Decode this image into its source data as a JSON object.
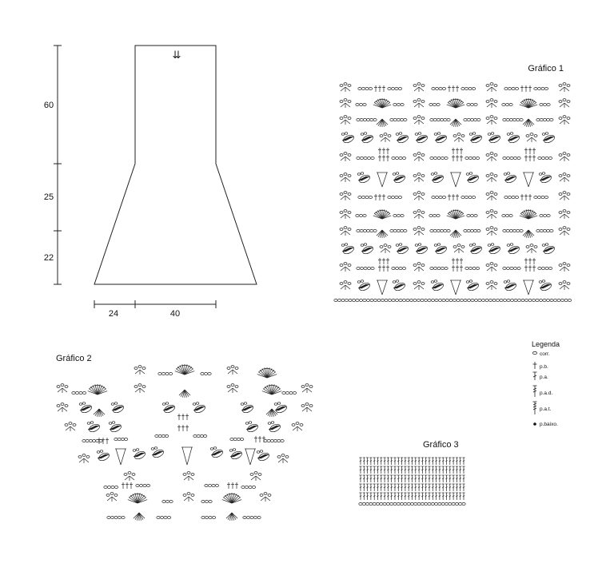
{
  "schematic": {
    "heights": [
      "60",
      "25",
      "22"
    ],
    "widths": [
      "24",
      "40"
    ],
    "arrow_glyph": "⇊"
  },
  "charts": {
    "chart1_title": "Gráfico 1",
    "chart2_title": "Gráfico 2",
    "chart3_title": "Gráfico 3"
  },
  "legend": {
    "title": "Legenda",
    "items": [
      {
        "icon": "chain-symbol-icon",
        "label": "corr."
      },
      {
        "icon": "single-crochet-symbol-icon",
        "label": "p.b."
      },
      {
        "icon": "double-crochet-symbol-icon",
        "label": "p.a."
      },
      {
        "icon": "treble-crochet-symbol-icon",
        "label": "p.a.d."
      },
      {
        "icon": "triple-treble-symbol-icon",
        "label": "p.a.t."
      },
      {
        "icon": "slip-stitch-symbol-icon",
        "label": "p.baixo."
      }
    ]
  }
}
